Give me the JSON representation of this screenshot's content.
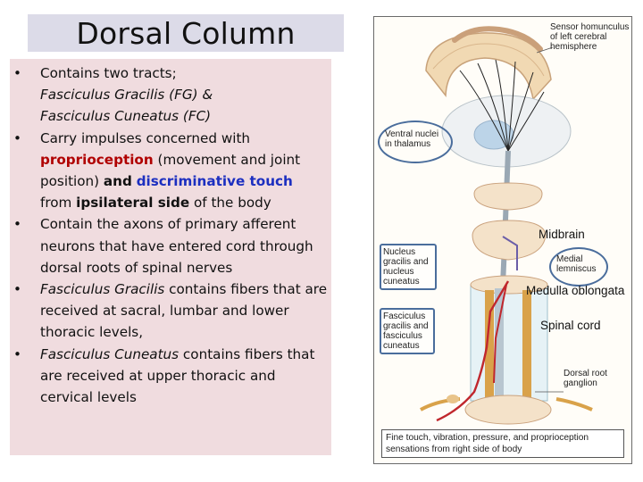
{
  "title": "Dorsal Column",
  "bullets": [
    {
      "line1": "Contains two tracts;",
      "line2": "Fasciculus Gracilis (FG) &",
      "line3": "Fasciculus Cuneatus (FC)"
    },
    {
      "pre": "Carry impulses concerned with",
      "red": "proprioception",
      "mid": "(movement and joint position)",
      "and": "and",
      "blue": "discriminative touch",
      "from": "from",
      "ipsi": "ipsilateral side",
      "post": "of the body"
    },
    {
      "text": "Contain the axons of primary afferent neurons that have entered cord through dorsal roots of spinal nerves"
    },
    {
      "italic": "Fasciculus Gracilis",
      "text": "contains fibers that are received at sacral, lumbar and lower thoracic levels,"
    },
    {
      "italic": "Fasciculus Cuneatus",
      "text": "contains fibers that are received at upper thoracic and cervical levels"
    }
  ],
  "figure": {
    "homunculus": "Sensor homunculus of left cerebral hemisphere",
    "ventral": "Ventral nuclei in thalamus",
    "midbrain": "Midbrain",
    "lemniscus": "Medial lemniscus",
    "medulla": "Medulla oblongata",
    "nucleus": "Nucleus gracilis and nucleus cuneatus",
    "fasciculus": "Fasciculus gracilis and fasciculus cuneatus",
    "spinal": "Spinal cord",
    "ganglion": "Dorsal root ganglion",
    "caption": "Fine touch, vibration, pressure, and proprioception sensations from right side of body"
  },
  "colors": {
    "title_bg": "#dcdbe8",
    "panel_bg": "#f0dcdf",
    "red": "#b00000",
    "blue": "#1c2fc0",
    "outline": "#4a6d9c"
  }
}
